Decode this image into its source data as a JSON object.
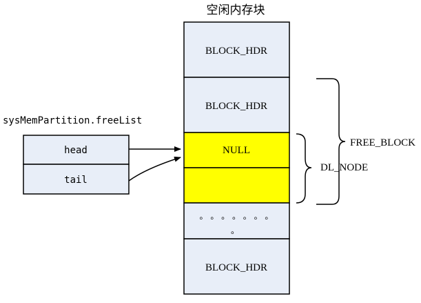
{
  "title": "空闲内存块",
  "memory": {
    "hdr1": "BLOCK_HDR",
    "hdr2": "BLOCK_HDR",
    "null": "NULL",
    "ellipsis_row1": "。 。 。 。 。 。 。",
    "ellipsis_row2": "。",
    "hdr3": "BLOCK_HDR"
  },
  "freelist": {
    "label": "sysMemPartition.freeList",
    "head": "head",
    "tail": "tail"
  },
  "braces": {
    "free_block": "FREE_BLOCK",
    "dl_node": "DL_NODE"
  },
  "colors": {
    "block": "#e8eef8",
    "node": "#ffff00",
    "line": "#000000"
  }
}
